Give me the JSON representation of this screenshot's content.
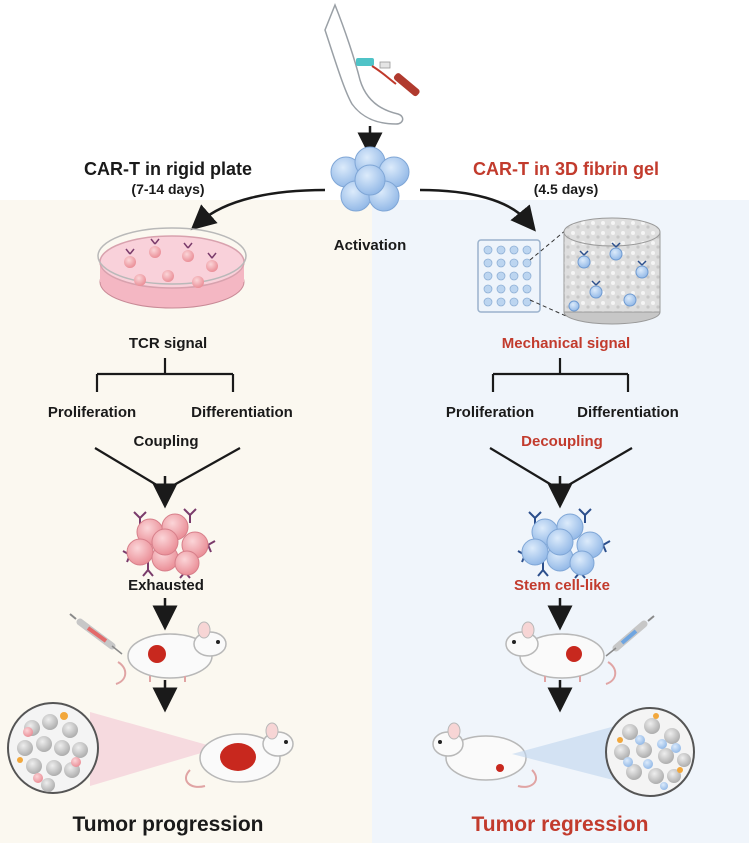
{
  "left_title": "CAR-T   in rigid plate",
  "left_duration": "(7-14 days)",
  "right_title": "CAR-T  in 3D fibrin gel",
  "right_duration": "(4.5 days)",
  "activation": "Activation",
  "left_signal": "TCR signal",
  "right_signal": "Mechanical signal",
  "proliferation": "Proliferation",
  "differentiation": "Differentiation",
  "left_mode": "Coupling",
  "right_mode": "Decoupling",
  "left_state": "Exhausted",
  "right_state": "Stem cell-like",
  "left_outcome": "Tumor progression",
  "right_outcome": "Tumor regression",
  "colors": {
    "accent_red": "#c23b2d",
    "left_bg": "#fbf8f0",
    "right_bg": "#f0f5fb",
    "pink_cell": "#f0a6ad",
    "blue_cell": "#a9c8ec",
    "tumor": "#c8281e"
  }
}
